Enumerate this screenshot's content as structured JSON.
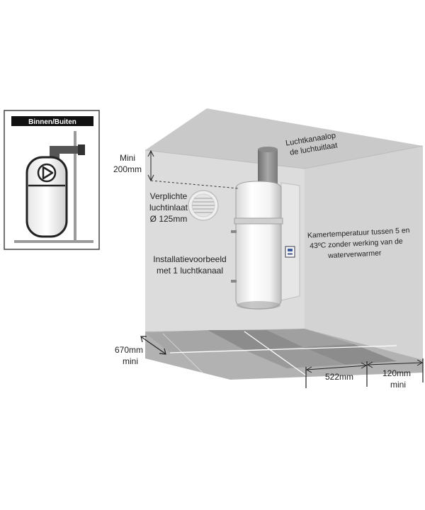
{
  "legend": {
    "title": "Binnen/Buiten"
  },
  "labels": {
    "duct_outlet_line1": "Luchtkanaalop",
    "duct_outlet_line2": "de luchtuitlaat",
    "mini_top_line1": "Mini",
    "mini_top_line2": "200mm",
    "air_inlet_line1": "Verplichte",
    "air_inlet_line2": "luchtinlaat",
    "air_inlet_line3": "Ø 125mm",
    "example_line1": "Installatievoorbeeld",
    "example_line2": "met 1 luchtkanaal",
    "room_temp_line1": "Kamertemperatuur tussen 5 en",
    "room_temp_line2": "43ºC zonder werking van de",
    "room_temp_line3": "waterverwarmer",
    "depth_line1": "670mm",
    "depth_line2": "mini",
    "width_dim": "522mm",
    "side_line1": "120mm",
    "side_line2": "mini"
  },
  "colors": {
    "wall_grey": "#d9d9d9",
    "ceiling_grey": "#cfcfcf",
    "floor_grey": "#b3b3b3",
    "floor_tile_dark": "#8f8f8f",
    "badge_black": "#111111"
  }
}
